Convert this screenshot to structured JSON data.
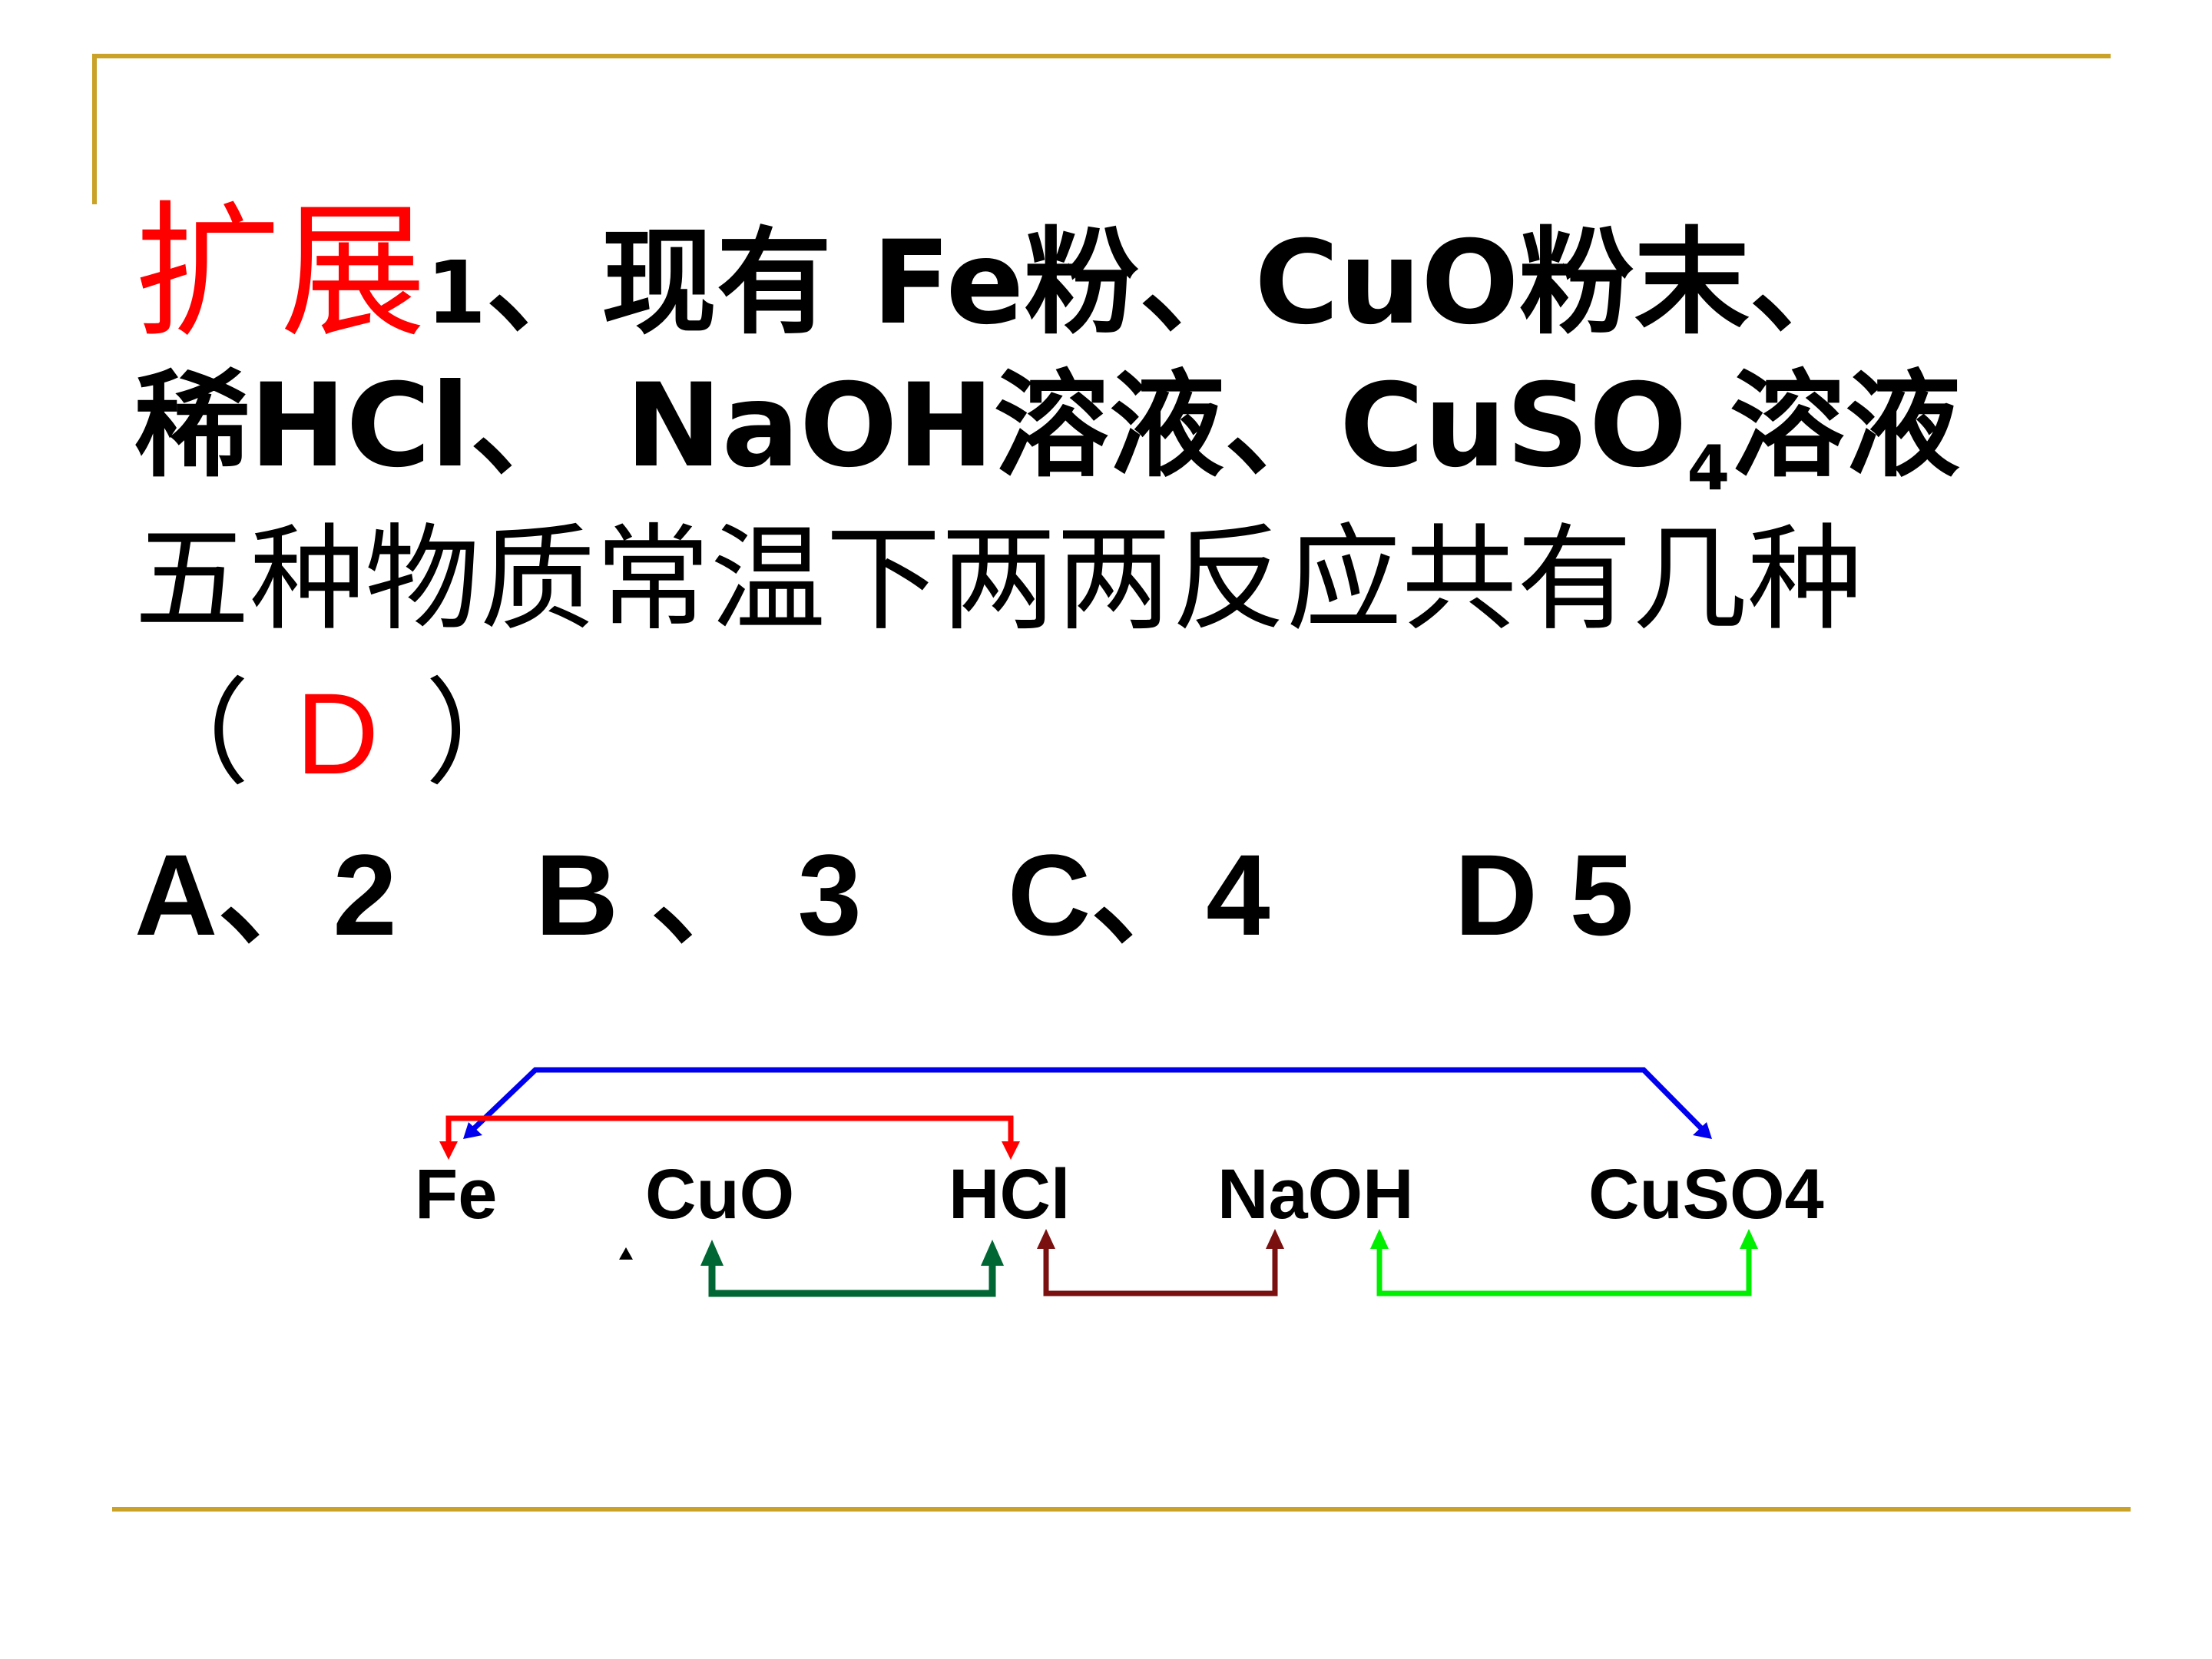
{
  "question": {
    "prefix": "扩展",
    "number": "1",
    "line1_rest": "、现有 Fe粉、CuO粉末、",
    "line2_a": "稀HCl、 NaOH溶液、CuSO",
    "line2_sub": "4",
    "line2_b": "溶液",
    "line3": "五种物质常温下两两反应共有几种",
    "line4_open": "（",
    "answer": "D",
    "line4_close": "）",
    "options": [
      {
        "label": "A、2"
      },
      {
        "label": "B 、 3"
      },
      {
        "label": "C、4"
      },
      {
        "label": "D  5"
      }
    ]
  },
  "diagram": {
    "substances": [
      "Fe",
      "CuO",
      "HCl",
      "NaOH",
      "CuSO4"
    ],
    "connections": [
      {
        "from": "Fe",
        "to": "CuSO4",
        "color": "#0000ee"
      },
      {
        "from": "Fe",
        "to": "HCl",
        "color": "#ff0000"
      },
      {
        "from": "CuO",
        "to": "HCl",
        "color": "#006633"
      },
      {
        "from": "HCl",
        "to": "NaOH",
        "color": "#7a1010"
      },
      {
        "from": "NaOH",
        "to": "CuSO4",
        "color": "#00ee00"
      }
    ]
  },
  "colors": {
    "accent_line": "#c9a227",
    "highlight": "#ff0000"
  }
}
